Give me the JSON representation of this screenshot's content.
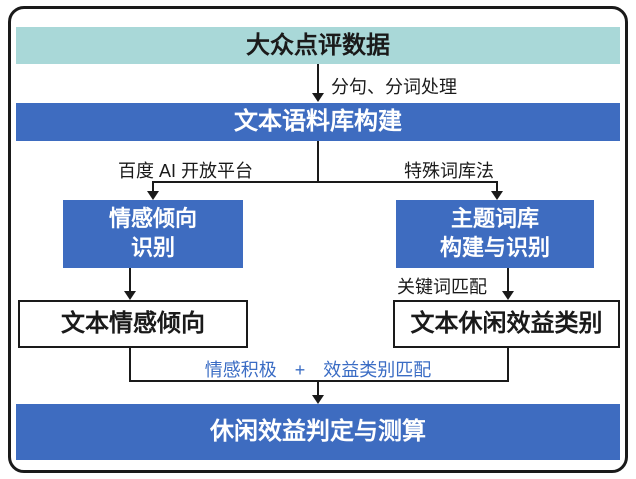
{
  "colors": {
    "teal": "#a9d8d8",
    "blue": "#3e6cc0",
    "blue_text": "#3a6cc4",
    "ink": "#1a1a1a"
  },
  "diagram": {
    "nodes": {
      "source": {
        "label": "大众点评数据"
      },
      "corpus": {
        "label": "文本语料库构建"
      },
      "sentiment": {
        "line1": "情感倾向",
        "line2": "识别"
      },
      "topic": {
        "line1": "主题词库",
        "line2": "构建与识别"
      },
      "sentiment_result": {
        "label": "文本情感倾向"
      },
      "category_result": {
        "label": "文本休闲效益类别"
      },
      "final": {
        "label": "休闲效益判定与测算"
      }
    },
    "edges": {
      "segmentation": {
        "label": "分句、分词处理"
      },
      "baidu": {
        "label": "百度 AI 开放平台"
      },
      "special_lexicon": {
        "label": "特殊词库法"
      },
      "keyword_match": {
        "label": "关键词匹配"
      },
      "merge": {
        "label": "情感积极　+　效益类别匹配"
      }
    }
  }
}
